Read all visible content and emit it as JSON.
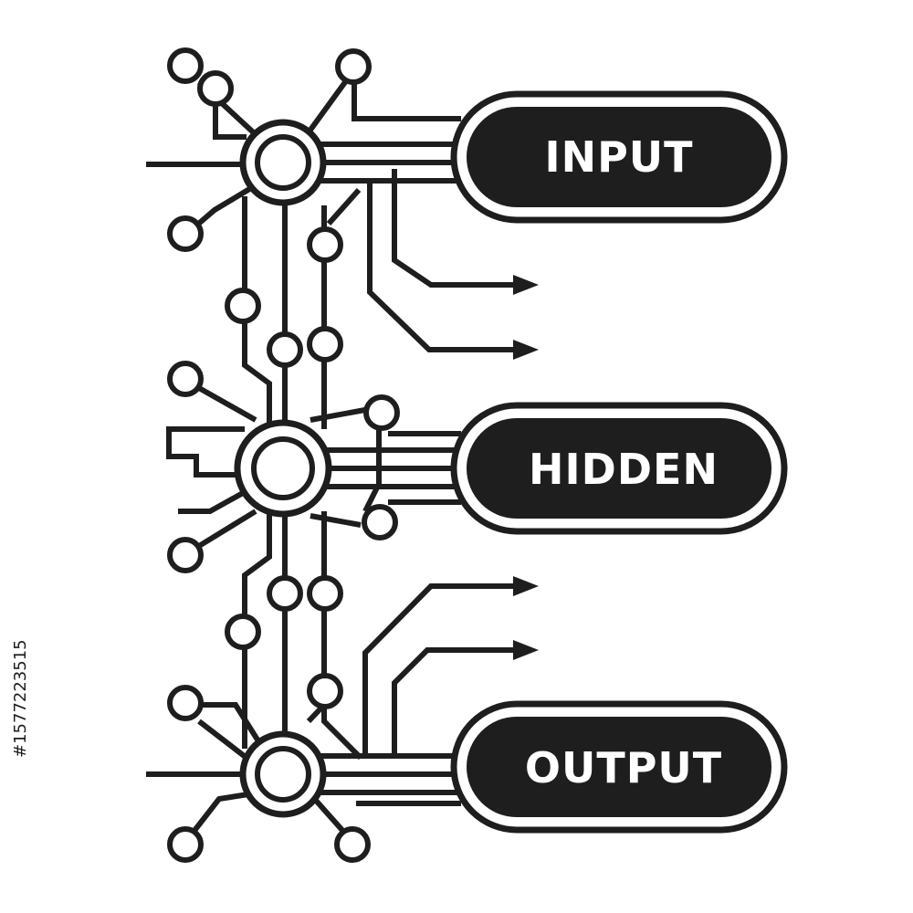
{
  "labels": {
    "input": "INPUT",
    "hidden": "HIDDEN",
    "output": "OUTPUT"
  },
  "watermark_id": "#1577223515",
  "colors": {
    "ink": "#1e1e1e",
    "background": "#ffffff"
  }
}
